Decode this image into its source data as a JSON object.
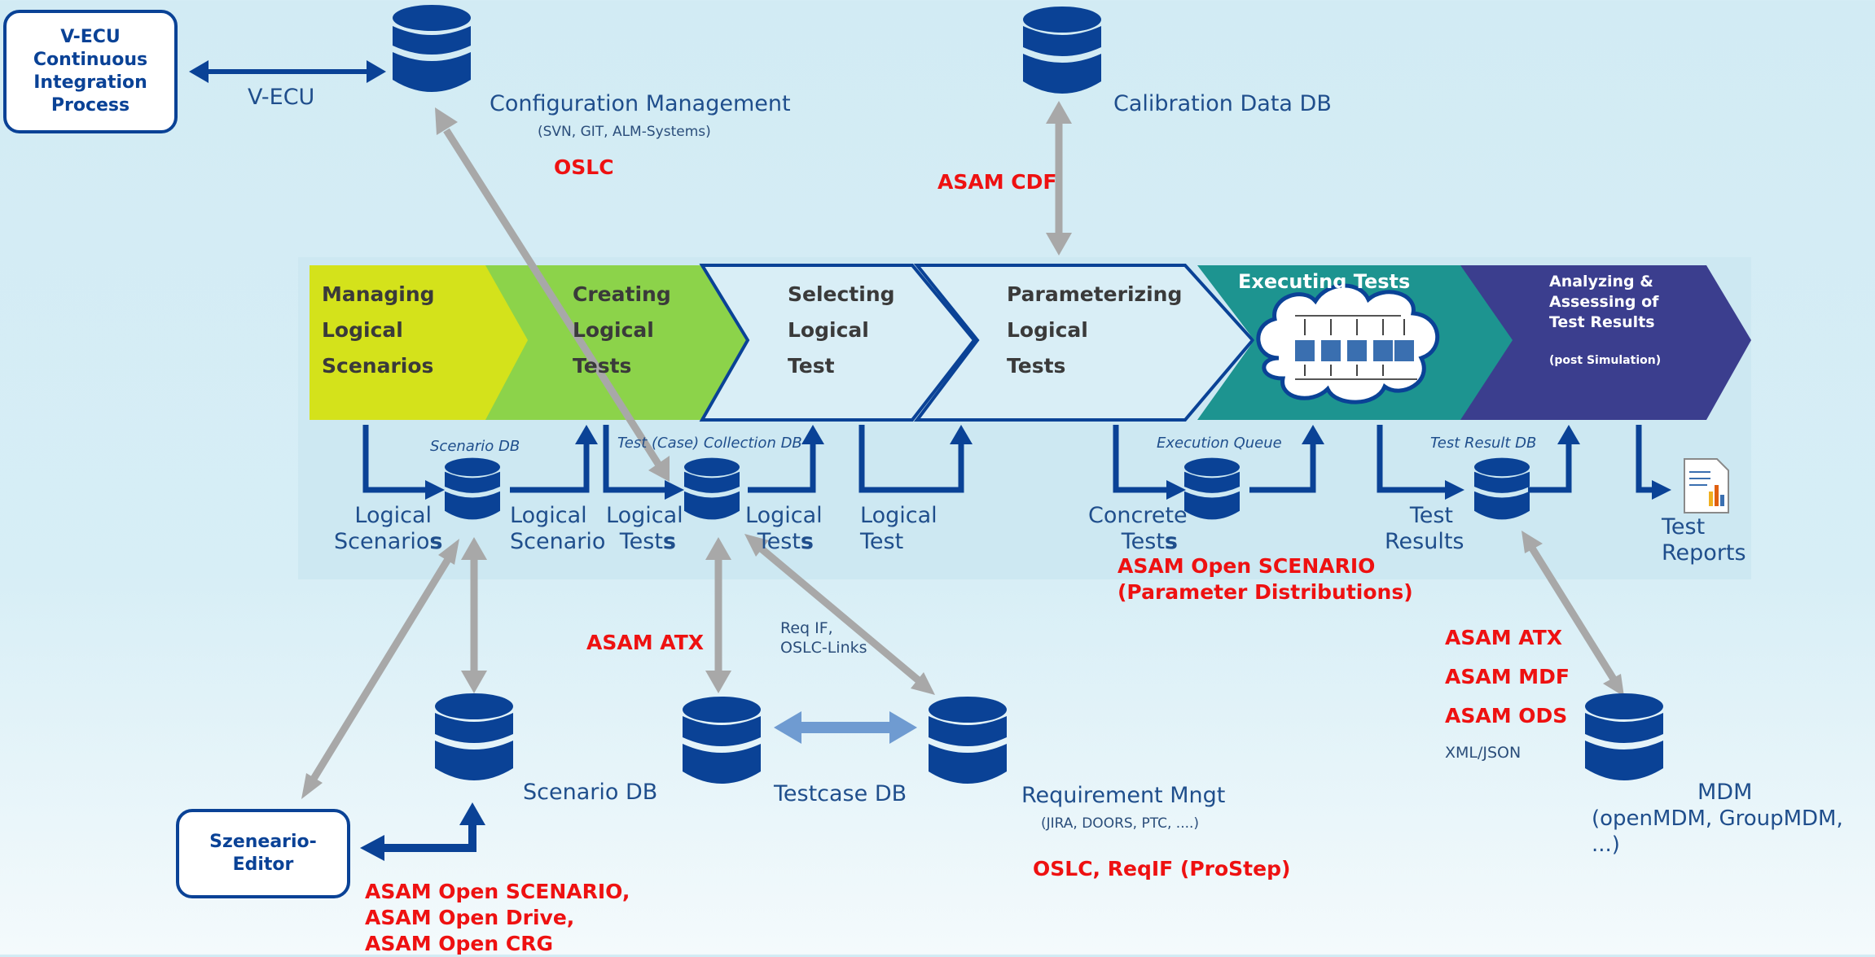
{
  "boxes": {
    "vecu_process": "V-ECU Continuous Integration Process",
    "scenario_editor": "Szeneario-Editor"
  },
  "top": {
    "vecu_label": "V-ECU",
    "config_mgmt": "Configuration Management",
    "config_mgmt_sub": "(SVN, GIT, ALM-Systems)",
    "oslc": "OSLC",
    "calibration_db": "Calibration Data DB",
    "asam_cdf": "ASAM CDF"
  },
  "phases": [
    {
      "label_line1": "Managing",
      "label_line2": "Logical",
      "label_line3": "Scenarios",
      "color": "#d4e21b"
    },
    {
      "label_line1": "Creating",
      "label_line2": "Logical",
      "label_line3": "Tests",
      "color": "#8cd34a"
    },
    {
      "label_line1": "Selecting",
      "label_line2": "Logical",
      "label_line3": "Test",
      "color": "#d9eef6"
    },
    {
      "label_line1": "Parameterizing",
      "label_line2": "Logical",
      "label_line3": "Tests",
      "color": "#d9eef6"
    },
    {
      "label": "Executing Tests",
      "color": "#1d9490"
    },
    {
      "label_line1": "Analyzing &",
      "label_line2": "Assessing of",
      "label_line3": "Test Results",
      "sub": "(post Simulation)",
      "color": "#3b3e8e"
    }
  ],
  "flow": {
    "scenario_db": "Scenario DB",
    "test_collection_db": "Test (Case) Collection DB",
    "execution_queue": "Execution Queue",
    "test_result_db": "Test Result DB",
    "logical_scenarios_1": "Logical",
    "logical_scenarios_2a": "Scenario",
    "logical_scenarios_2b": "s",
    "logical_scenario_1": "Logical",
    "logical_scenario_2": "Scenario",
    "logical_tests_a1": "Logical",
    "logical_tests_a2a": "Test",
    "logical_tests_a2b": "s",
    "logical_tests_b1": "Logical",
    "logical_tests_b2a": "Test",
    "logical_tests_b2b": "s",
    "logical_test_1": "Logical",
    "logical_test_2": "Test",
    "concrete_tests_1": "Concrete",
    "concrete_tests_2a": "Test",
    "concrete_tests_2b": "s",
    "test_results_1": "Test",
    "test_results_2": "Results",
    "test_reports_1": "Test",
    "test_reports_2": "Reports"
  },
  "bottom": {
    "asam_openscenario_params_1": "ASAM Open SCENARIO",
    "asam_openscenario_params_2": "(Parameter Distributions)",
    "asam_atx_left": "ASAM ATX",
    "reqif_links_1": "Req IF,",
    "reqif_links_2": "OSLC-Links",
    "scenario_db": "Scenario DB",
    "testcase_db": "Testcase DB",
    "requirement_mngt": "Requirement Mngt",
    "requirement_mngt_sub": "(JIRA, DOORS, PTC, ....)",
    "oslc_reqif": "OSLC, ReqIF (ProStep)",
    "asam_atx_right": "ASAM ATX",
    "asam_mdf": "ASAM MDF",
    "asam_ods": "ASAM ODS",
    "xml_json": "XML/JSON",
    "mdm": "MDM",
    "mdm_sub": "(openMDM, GroupMDM, ...)",
    "editor_std_1": "ASAM Open SCENARIO,",
    "editor_std_2": "ASAM Open Drive,",
    "editor_std_3": "ASAM Open CRG"
  },
  "colors": {
    "dark_blue": "#0a4296",
    "gray_arrow": "#a8a8a8",
    "light_arrow": "#6f9bd1",
    "red": "#ee1111"
  }
}
